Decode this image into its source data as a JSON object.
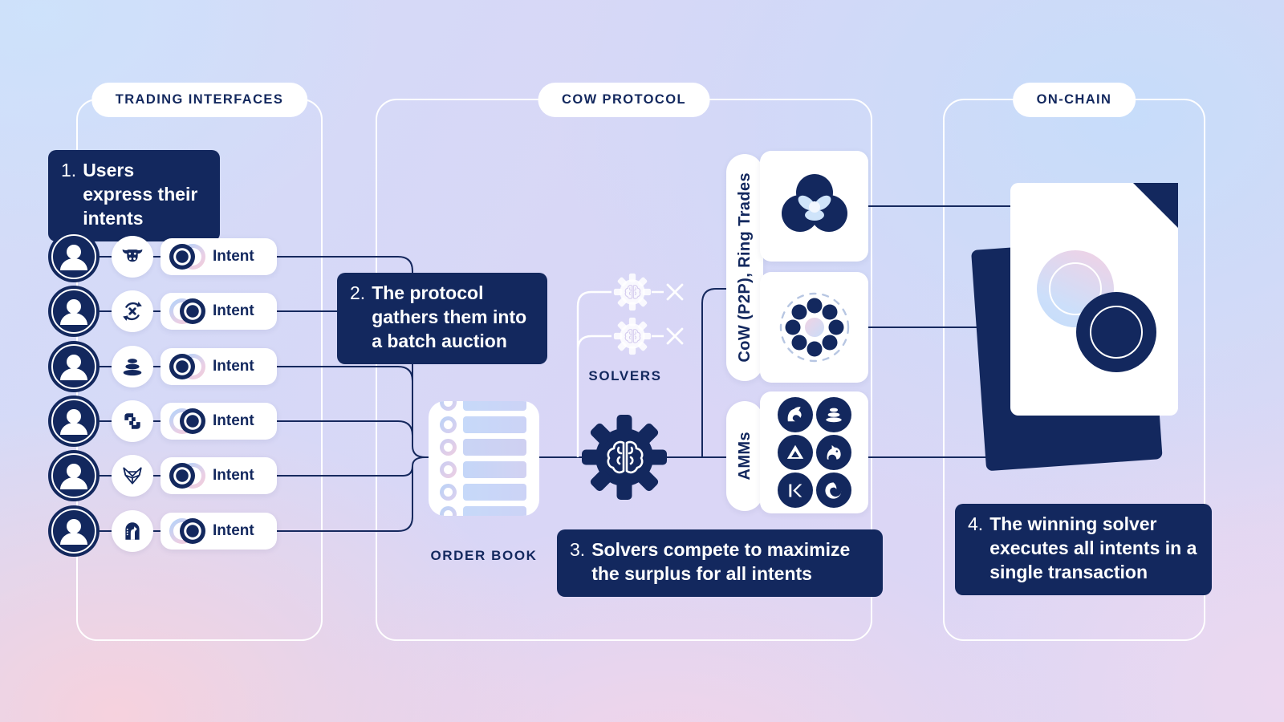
{
  "colors": {
    "navy": "#13285e",
    "card_white": "#ffffff",
    "background_blue": "#c7dcf9",
    "background_lavender": "#d9d6f6",
    "background_pink": "#f7d5de"
  },
  "sections": [
    {
      "label": "TRADING INTERFACES"
    },
    {
      "label": "COW PROTOCOL"
    },
    {
      "label": "ON-CHAIN"
    }
  ],
  "steps": [
    {
      "number": "1.",
      "text": "Users express their intents"
    },
    {
      "number": "2.",
      "text": "The protocol gathers them into a batch auction"
    },
    {
      "number": "3.",
      "text": "Solvers compete to maximize the surplus for all intents"
    },
    {
      "number": "4.",
      "text": "The winning solver executes all intents in a single transaction"
    }
  ],
  "users": [
    {
      "interface_icon": "cow-icon",
      "intent_label": "Intent"
    },
    {
      "interface_icon": "swap-arrows-icon",
      "intent_label": "Intent"
    },
    {
      "interface_icon": "stacked-stones-icon",
      "intent_label": "Intent"
    },
    {
      "interface_icon": "linked-squares-icon",
      "intent_label": "Intent"
    },
    {
      "interface_icon": "fox-icon",
      "intent_label": "Intent"
    },
    {
      "interface_icon": "llama-icon",
      "intent_label": "Intent"
    }
  ],
  "protocol": {
    "order_book_label": "ORDER BOOK",
    "solvers_label": "SOLVERS",
    "losing_solver_marks": "x x",
    "settlement_paths": [
      {
        "label": "CoW (P2P), Ring Trades",
        "icons": [
          "venn-circles-icon",
          "dot-ring-icon"
        ]
      },
      {
        "label": "AMMs",
        "icons": [
          "unicorn-flame-icon",
          "stacked-stones-icon",
          "triangle-icon",
          "unicorn-icon",
          "kyber-diamond-icon",
          "swirl-icon"
        ]
      }
    ]
  }
}
